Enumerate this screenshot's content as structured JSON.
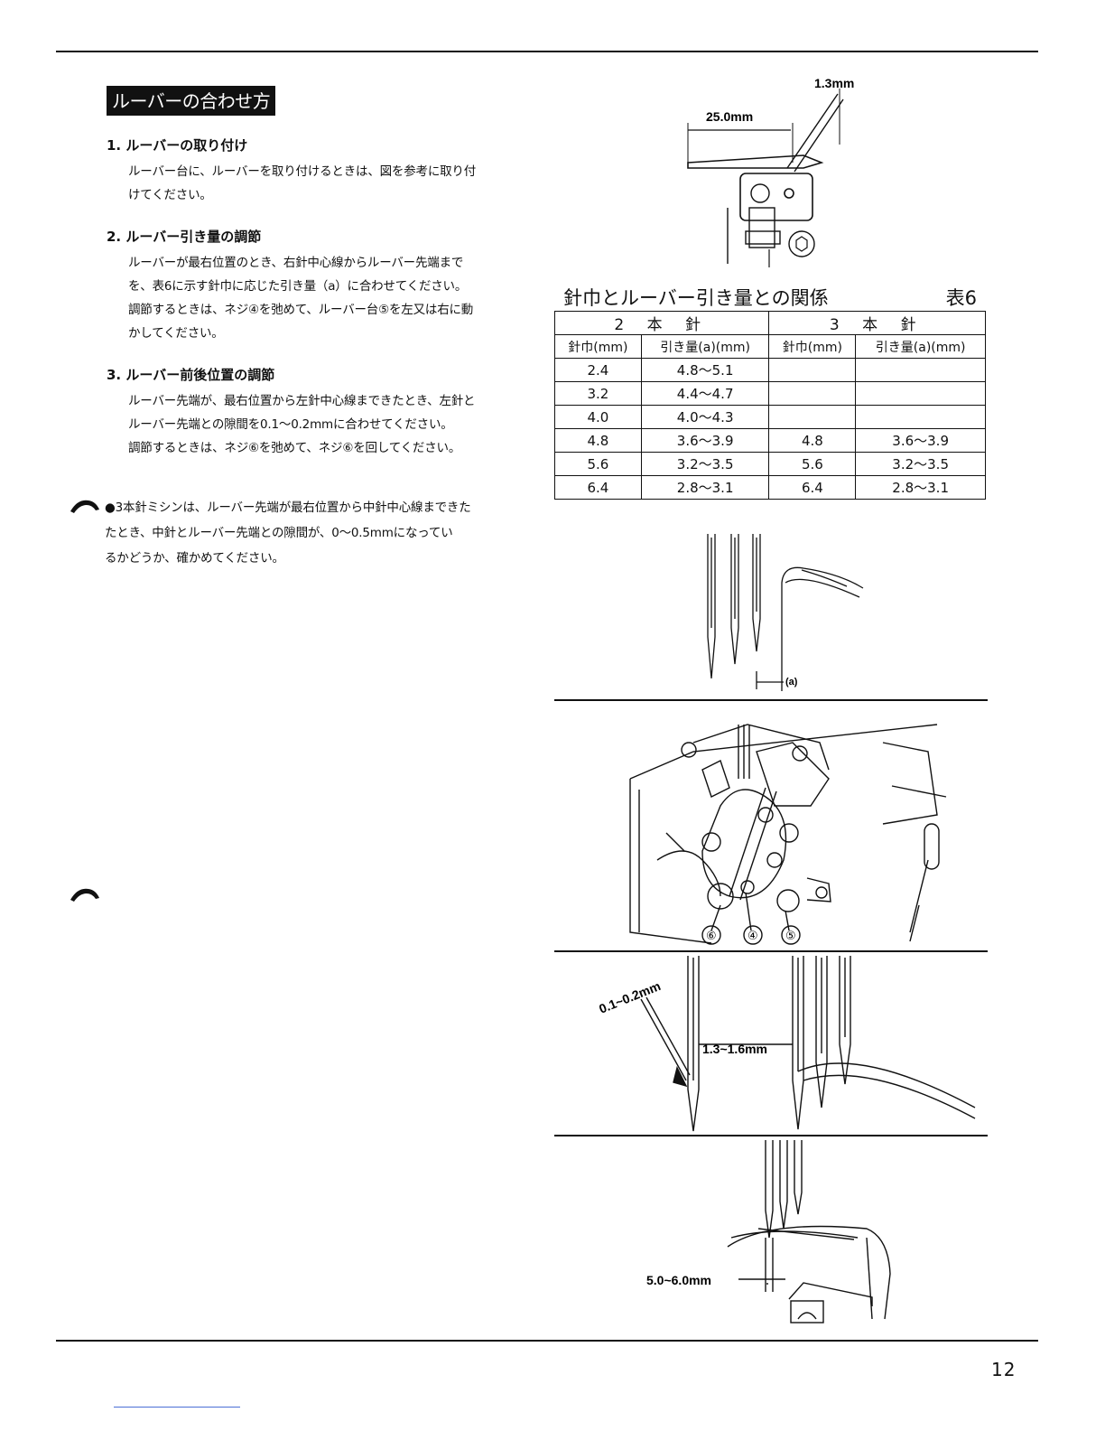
{
  "section_heading": "ルーバーの合わせ方",
  "steps": [
    {
      "title": "1. ルーバーの取り付け",
      "lines": [
        "ルーバー台に、ルーバーを取り付けるときは、図を参考に取り付",
        "けてください。"
      ]
    },
    {
      "title": "2. ルーバー引き量の調節",
      "lines": [
        "ルーバーが最右位置のとき、右針中心線からルーバー先端まで",
        "を、表6に示す針巾に応じた引き量（a）に合わせてください。",
        "調節するときは、ネジ④を弛めて、ルーバー台⑤を左又は右に動",
        "かしてください。"
      ]
    },
    {
      "title": "3. ルーバー前後位置の調節",
      "lines": [
        "ルーバー先端が、最右位置から左針中心線まできたとき、左針と",
        "ルーバー先端との隙間を0.1～0.2mmに合わせてください。",
        "調節するときは、ネジ⑥を弛めて、ネジ⑥を回してください。"
      ]
    }
  ],
  "note": {
    "icon": "hand-pointer-icon",
    "lines": [
      "●3本針ミシンは、ルーバー先端が最右位置から中針中心線まできた",
      "たとき、中針とルーバー先端との隙間が、0～0.5mmになってい",
      "るかどうか、確かめてください。"
    ]
  },
  "table": {
    "title": "針巾とルーバー引き量との関係",
    "number": "表6",
    "groups": [
      "2 本 針",
      "3 本 針"
    ],
    "subheaders": [
      "針巾(mm)",
      "引き量(a)(mm)",
      "針巾(mm)",
      "引き量(a)(mm)"
    ],
    "rows": [
      [
        "2.4",
        "4.8～5.1",
        "",
        ""
      ],
      [
        "3.2",
        "4.4～4.7",
        "",
        ""
      ],
      [
        "4.0",
        "4.0～4.3",
        "",
        ""
      ],
      [
        "4.8",
        "3.6～3.9",
        "4.8",
        "3.6～3.9"
      ],
      [
        "5.6",
        "3.2～3.5",
        "5.6",
        "3.2～3.5"
      ],
      [
        "6.4",
        "2.8～3.1",
        "6.4",
        "2.8～3.1"
      ]
    ]
  },
  "figures": {
    "looper_top": {
      "dim_a": "1.3mm",
      "dim_b": "25.0mm"
    },
    "needles_a": {
      "label": "(a)"
    },
    "mechanism": {
      "callouts": [
        "⑥",
        "④",
        "⑤"
      ]
    },
    "clearance": {
      "gap": "0.1~0.2mm",
      "height": "1.3~1.6mm"
    },
    "bottom": {
      "dim": "5.0~6.0mm"
    }
  },
  "page_number": "12"
}
